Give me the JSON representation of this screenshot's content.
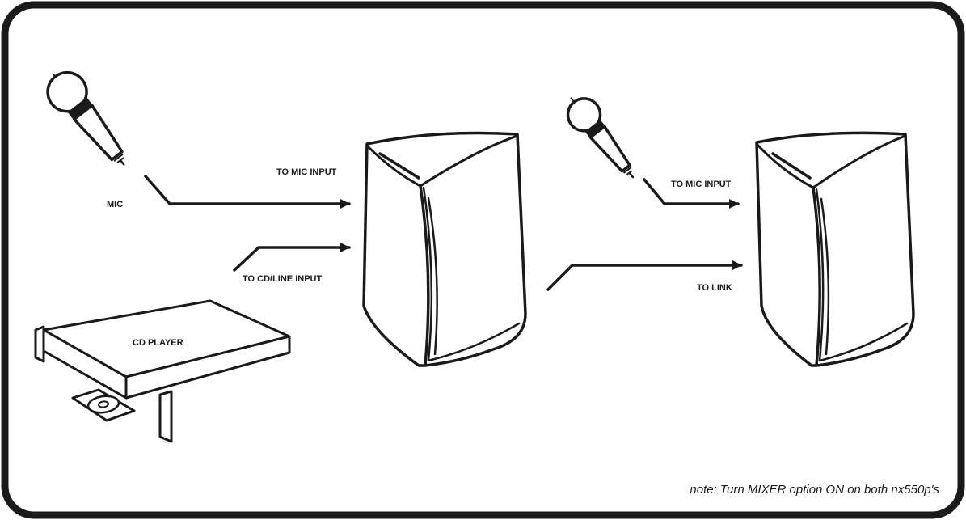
{
  "labels": {
    "mic": "MIC",
    "to_mic_input_left": "TO MIC INPUT",
    "to_cd_line_input": "TO CD/LINE INPUT",
    "cd_player": "CD PLAYER",
    "to_mic_input_right": "TO MIC INPUT",
    "to_link": "TO LINK"
  },
  "note": "note: Turn MIXER option ON on both nx550p's",
  "colors": {
    "ink": "#1a1a1a",
    "frame": "#1a1a1a",
    "background": "#ffffff"
  },
  "icons": {
    "microphone": "microphone-icon",
    "speaker": "speaker-icon",
    "cd_player": "cd-player-icon"
  }
}
